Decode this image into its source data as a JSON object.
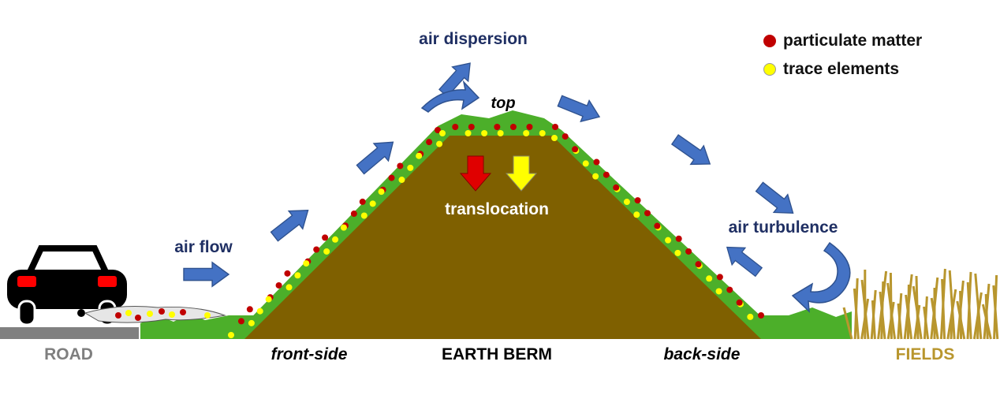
{
  "labels": {
    "air_flow": "air flow",
    "air_dispersion": "air dispersion",
    "top": "top",
    "translocation": "translocation",
    "air_turbulence": "air turbulence",
    "road": "ROAD",
    "front_side": "front-side",
    "earth_berm": "EARTH BERM",
    "back_side": "back-side",
    "fields": "FIELDS"
  },
  "legend": [
    {
      "label": "particulate matter",
      "color": "#c00000"
    },
    {
      "label": "trace elements",
      "color": "#ffff00"
    }
  ],
  "colors": {
    "earth": "#7f6000",
    "grass": "#3f9b1f",
    "arrow": "#4472c4",
    "text_blue": "#1f2f63",
    "road": "#808080",
    "fields": "#b8962e"
  }
}
